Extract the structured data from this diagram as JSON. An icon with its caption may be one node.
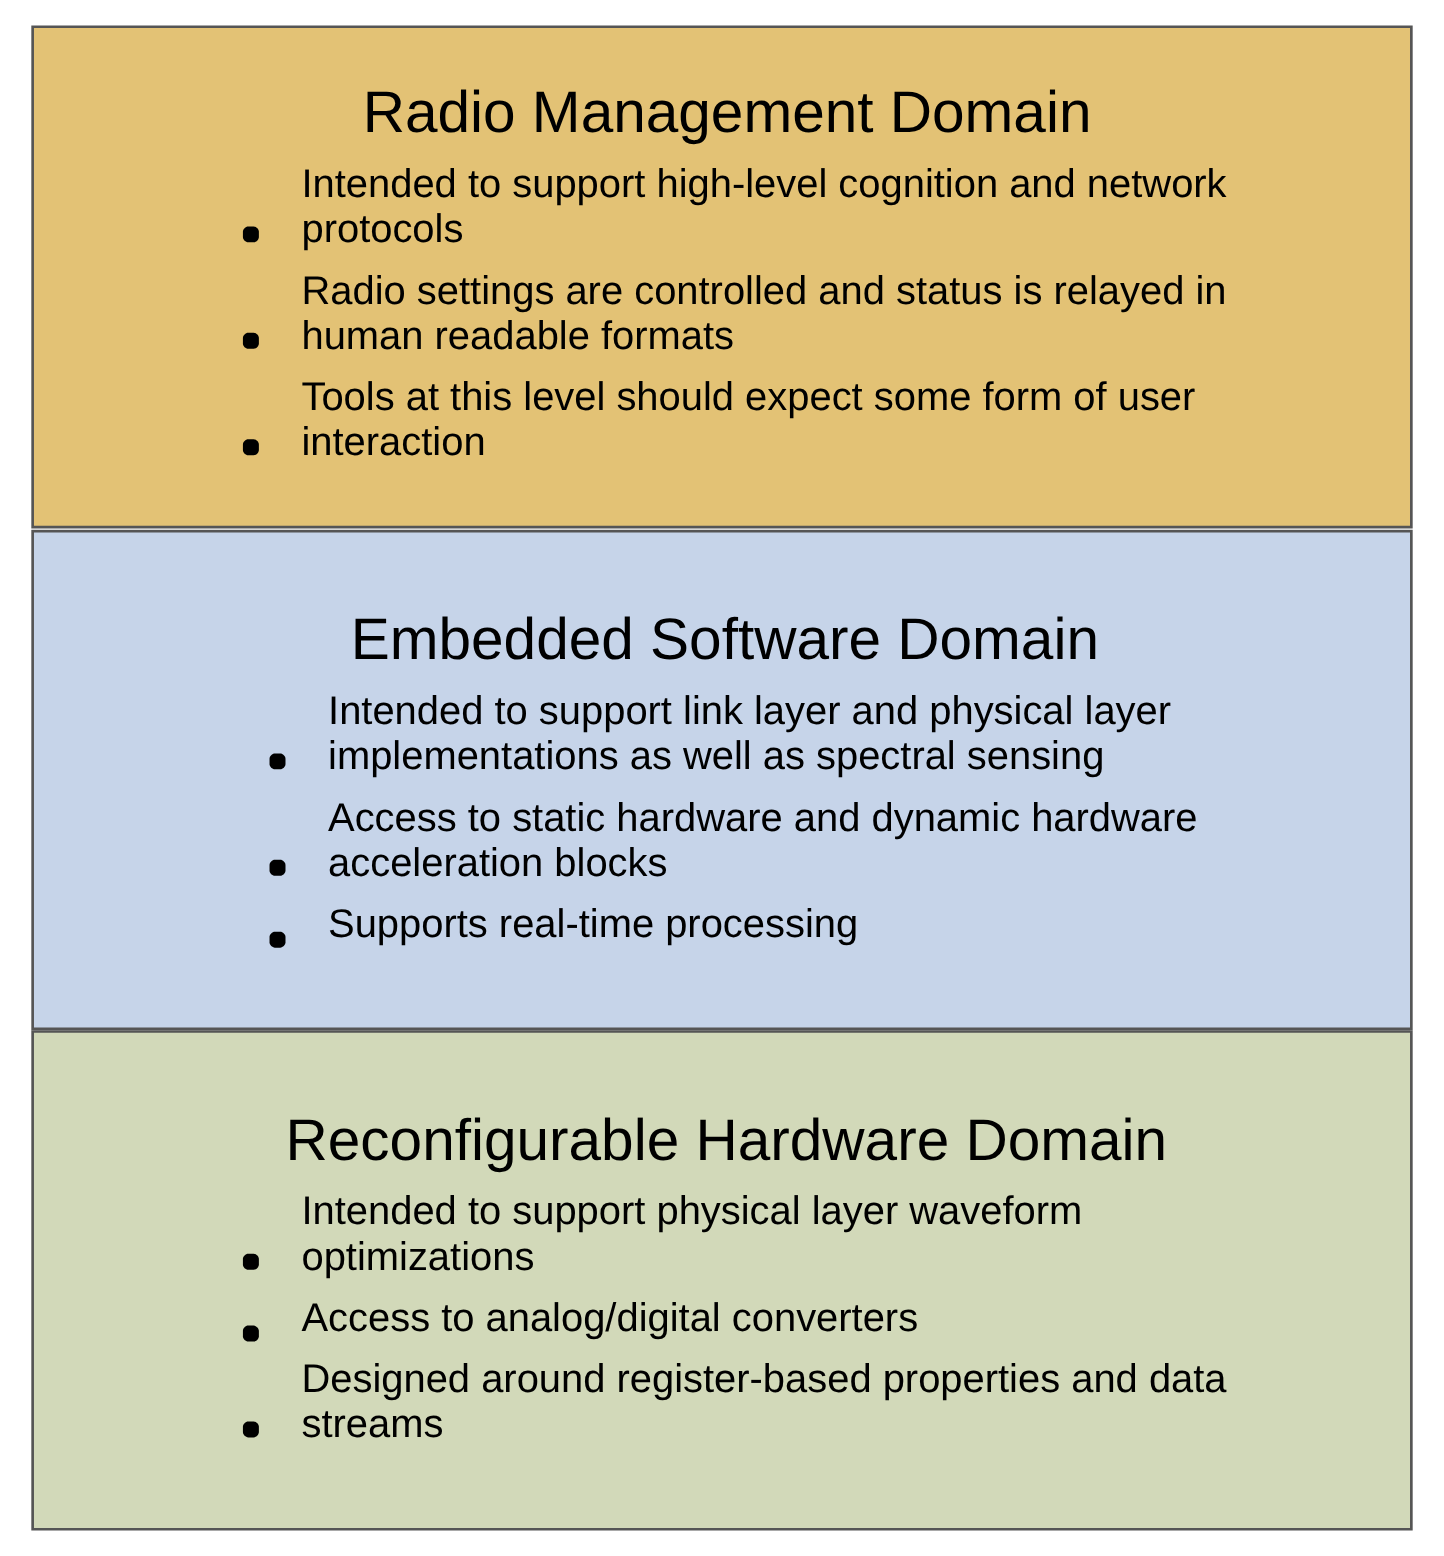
{
  "diagram": {
    "nodes": [
      {
        "text": [
          "Radio Management Domain",
          "Intended to support high-level cognition and network protocols",
          "Radio settings are controlled and status is relayed in human readable formats",
          "Tools at this level should expect some form of user interaction"
        ]
      },
      {
        "text": [
          "Embedded Software Domain",
          "Intended to support link layer and physical layer implementations as well as spectral sensing",
          "Access to static hardware and dynamic hardware acceleration blocks",
          "Supports real-time processing"
        ]
      },
      {
        "text": [
          "Reconfigurable Hardware Domain",
          "Intended to support physical layer waveform optimizations",
          "Access to analog/digital converters",
          "Designed around register-based properties and data streams"
        ]
      }
    ]
  }
}
